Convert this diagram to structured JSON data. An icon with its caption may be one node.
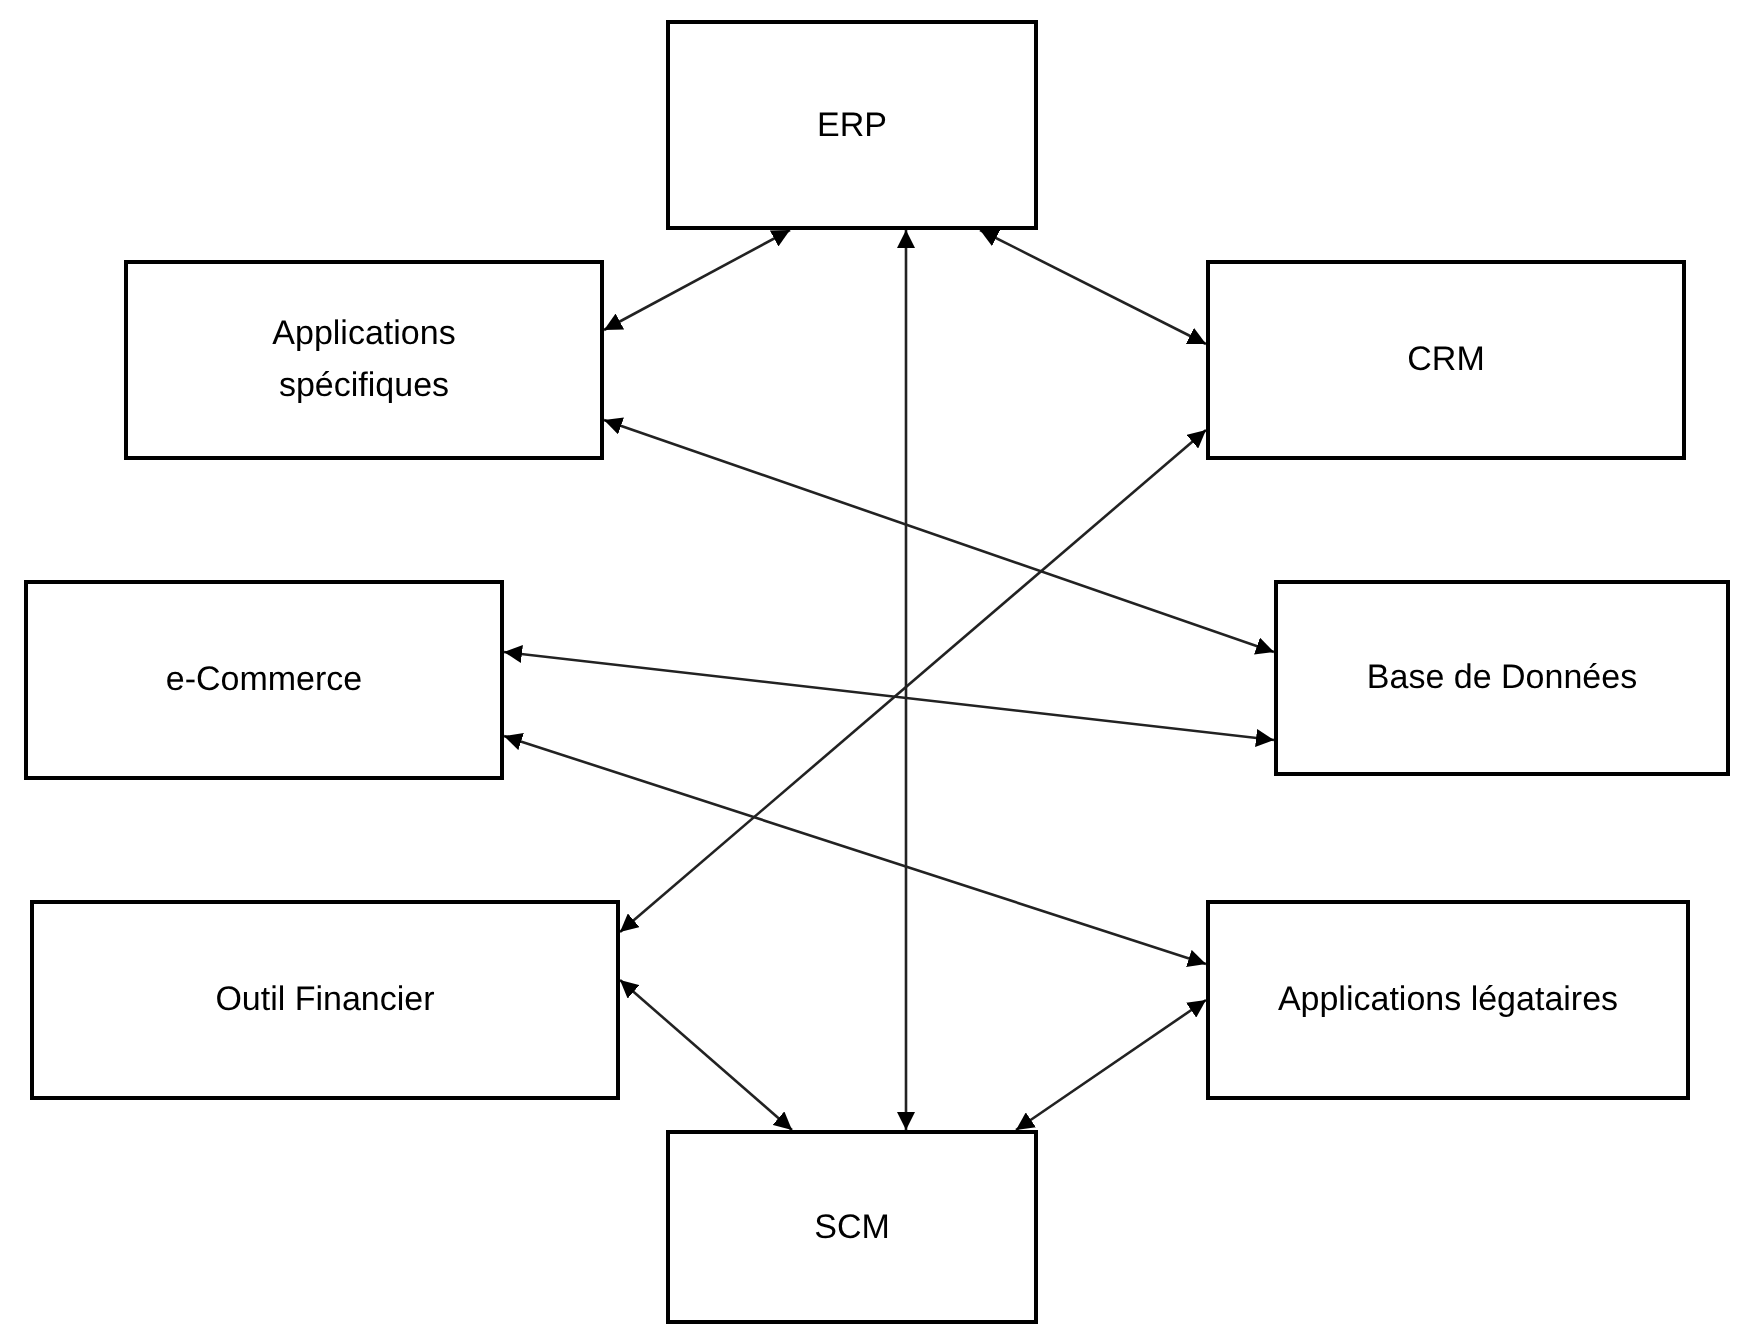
{
  "diagram": {
    "nodes": [
      {
        "text": [
          "ERP"
        ]
      },
      {
        "text": [
          "Applications spécifiques"
        ]
      },
      {
        "text": [
          "CRM"
        ]
      },
      {
        "text": [
          "e-Commerce"
        ]
      },
      {
        "text": [
          "Base de Données"
        ]
      },
      {
        "text": [
          "Outil Financier"
        ]
      },
      {
        "text": [
          "Applications légataires"
        ]
      },
      {
        "text": [
          "SCM"
        ]
      }
    ],
    "edges": [
      {
        "from": 0,
        "to": 1,
        "arrow": "both"
      },
      {
        "from": 0,
        "to": 2,
        "arrow": "both"
      },
      {
        "from": 0,
        "to": 7,
        "arrow": "both"
      },
      {
        "from": 1,
        "to": 4,
        "arrow": "both"
      },
      {
        "from": 2,
        "to": 5,
        "arrow": "both"
      },
      {
        "from": 3,
        "to": 4,
        "arrow": "both"
      },
      {
        "from": 3,
        "to": 6,
        "arrow": "both"
      },
      {
        "from": 5,
        "to": 7,
        "arrow": "both"
      },
      {
        "from": 6,
        "to": 7,
        "arrow": "both"
      }
    ]
  }
}
